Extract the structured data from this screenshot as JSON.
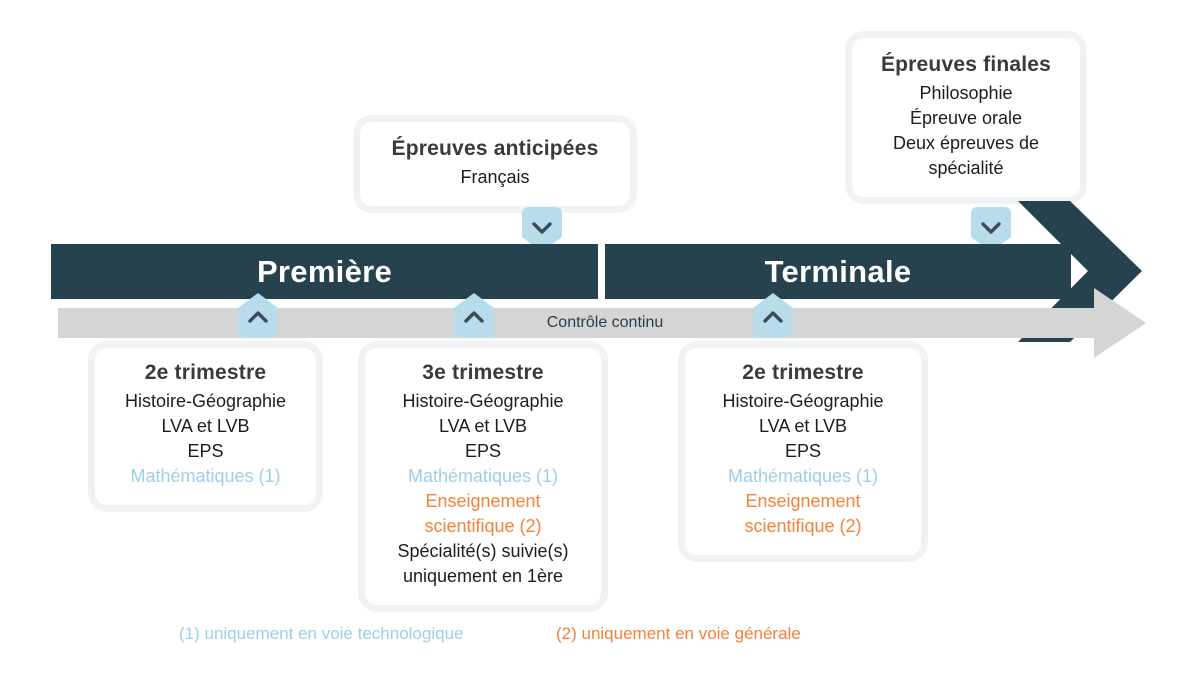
{
  "colors": {
    "navy": "#27424f",
    "gray": "#d5d5d5",
    "light_blue": "#b9dcec",
    "blue_text": "#9ecfe8",
    "orange_text": "#f5813a",
    "card_shadow": "#f1f2f4",
    "white": "#ffffff"
  },
  "timeline": {
    "segments": [
      {
        "label": "Première"
      },
      {
        "label": "Terminale"
      }
    ],
    "continuous_track_label": "Contrôle continu",
    "markers": [
      {
        "name": "marker-epreuves-anticipees",
        "direction": "down"
      },
      {
        "name": "marker-epreuves-finales",
        "direction": "down"
      },
      {
        "name": "marker-premiere-2e-trimestre",
        "direction": "up"
      },
      {
        "name": "marker-premiere-3e-trimestre",
        "direction": "up"
      },
      {
        "name": "marker-terminale-2e-trimestre",
        "direction": "up"
      }
    ]
  },
  "top_cards": [
    {
      "id": "epreuves-anticipees",
      "title": "Épreuves anticipées",
      "lines": [
        {
          "text": "Français",
          "style": "plain"
        }
      ]
    },
    {
      "id": "epreuves-finales",
      "title": "Épreuves finales",
      "lines": [
        {
          "text": "Philosophie",
          "style": "plain"
        },
        {
          "text": "Épreuve orale",
          "style": "plain"
        },
        {
          "text": "Deux épreuves de",
          "style": "plain"
        },
        {
          "text": "spécialité",
          "style": "plain"
        }
      ]
    }
  ],
  "bottom_cards": [
    {
      "id": "premiere-2e-trimestre",
      "title": "2e trimestre",
      "lines": [
        {
          "text": "Histoire-Géographie",
          "style": "plain"
        },
        {
          "text": "LVA et LVB",
          "style": "plain"
        },
        {
          "text": "EPS",
          "style": "plain"
        },
        {
          "text": "Mathématiques (1)",
          "style": "blue"
        }
      ]
    },
    {
      "id": "premiere-3e-trimestre",
      "title": "3e trimestre",
      "lines": [
        {
          "text": "Histoire-Géographie",
          "style": "plain"
        },
        {
          "text": "LVA et LVB",
          "style": "plain"
        },
        {
          "text": "EPS",
          "style": "plain"
        },
        {
          "text": "Mathématiques (1)",
          "style": "blue"
        },
        {
          "text": "Enseignement",
          "style": "orange"
        },
        {
          "text": "scientifique (2)",
          "style": "orange"
        },
        {
          "text": "Spécialité(s) suivie(s)",
          "style": "plain"
        },
        {
          "text": "uniquement en 1ère",
          "style": "plain"
        }
      ]
    },
    {
      "id": "terminale-2e-trimestre",
      "title": "2e trimestre",
      "lines": [
        {
          "text": "Histoire-Géographie",
          "style": "plain"
        },
        {
          "text": "LVA et LVB",
          "style": "plain"
        },
        {
          "text": "EPS",
          "style": "plain"
        },
        {
          "text": "Mathématiques (1)",
          "style": "blue"
        },
        {
          "text": "Enseignement",
          "style": "orange"
        },
        {
          "text": "scientifique (2)",
          "style": "orange"
        }
      ]
    }
  ],
  "footnotes": [
    {
      "id": "footnote-1",
      "text": "(1) uniquement en voie technologique",
      "style": "blue"
    },
    {
      "id": "footnote-2",
      "text": "(2) uniquement en voie générale",
      "style": "orange"
    }
  ]
}
